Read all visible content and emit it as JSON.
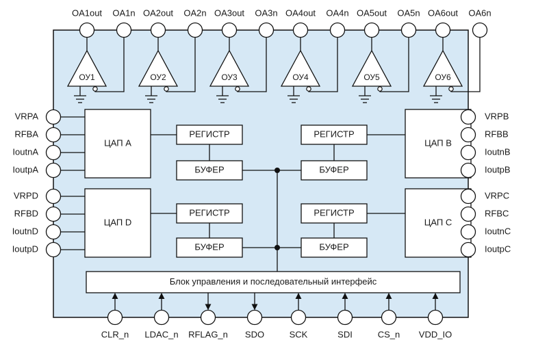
{
  "chip": {
    "fill": "#d6e8f5",
    "stroke": "#111111"
  },
  "top_pins": [
    {
      "id": "oa1out",
      "label": "OA1out"
    },
    {
      "id": "oa1n",
      "label": "OA1n"
    },
    {
      "id": "oa2out",
      "label": "OA2out"
    },
    {
      "id": "oa2n",
      "label": "OA2n"
    },
    {
      "id": "oa3out",
      "label": "OA3out"
    },
    {
      "id": "oa3n",
      "label": "OA3n"
    },
    {
      "id": "oa4out",
      "label": "OA4out"
    },
    {
      "id": "oa4n",
      "label": "OA4n"
    },
    {
      "id": "oa5out",
      "label": "OA5out"
    },
    {
      "id": "oa5n",
      "label": "OA5n"
    },
    {
      "id": "oa6out",
      "label": "OA6out"
    },
    {
      "id": "oa6n",
      "label": "OA6n"
    }
  ],
  "amplifiers": [
    "ОУ1",
    "ОУ2",
    "ОУ3",
    "ОУ4",
    "ОУ5",
    "ОУ6"
  ],
  "left_pins": [
    {
      "id": "vrpa",
      "label": "VRPA"
    },
    {
      "id": "rfba",
      "label": "RFBA"
    },
    {
      "id": "ioutna",
      "label": "IoutnA"
    },
    {
      "id": "ioutpa",
      "label": "IoutpA"
    },
    {
      "id": "vrpd",
      "label": "VRPD"
    },
    {
      "id": "rfbd",
      "label": "RFBD"
    },
    {
      "id": "ioutnd",
      "label": "IoutnD"
    },
    {
      "id": "ioutpd",
      "label": "IoutpD"
    }
  ],
  "right_pins": [
    {
      "id": "vrpb",
      "label": "VRPB"
    },
    {
      "id": "rfbb",
      "label": "RFBB"
    },
    {
      "id": "ioutnb",
      "label": "IoutnB"
    },
    {
      "id": "ioutpb",
      "label": "IoutpB"
    },
    {
      "id": "vrpc",
      "label": "VRPC"
    },
    {
      "id": "rfbc",
      "label": "RFBC"
    },
    {
      "id": "ioutnc",
      "label": "IoutnC"
    },
    {
      "id": "ioutpc",
      "label": "IoutpC"
    }
  ],
  "dacs": {
    "a": "ЦАП A",
    "b": "ЦАП B",
    "c": "ЦАП C",
    "d": "ЦАП D"
  },
  "register_label": "РЕГИСТР",
  "buffer_label": "БУФЕР",
  "control_block": "Блок управления и последовательный интерфейс",
  "bottom_pins": [
    {
      "id": "clr_n",
      "label": "CLR_n",
      "direction": "in"
    },
    {
      "id": "ldac_n",
      "label": "LDAC_n",
      "direction": "in"
    },
    {
      "id": "rflag_n",
      "label": "RFLAG_n",
      "direction": "out"
    },
    {
      "id": "sdo",
      "label": "SDO",
      "direction": "out"
    },
    {
      "id": "sck",
      "label": "SCK",
      "direction": "in"
    },
    {
      "id": "sdi",
      "label": "SDI",
      "direction": "in"
    },
    {
      "id": "cs_n",
      "label": "CS_n",
      "direction": "in"
    },
    {
      "id": "vdd_io",
      "label": "VDD_IO",
      "direction": "in"
    }
  ]
}
